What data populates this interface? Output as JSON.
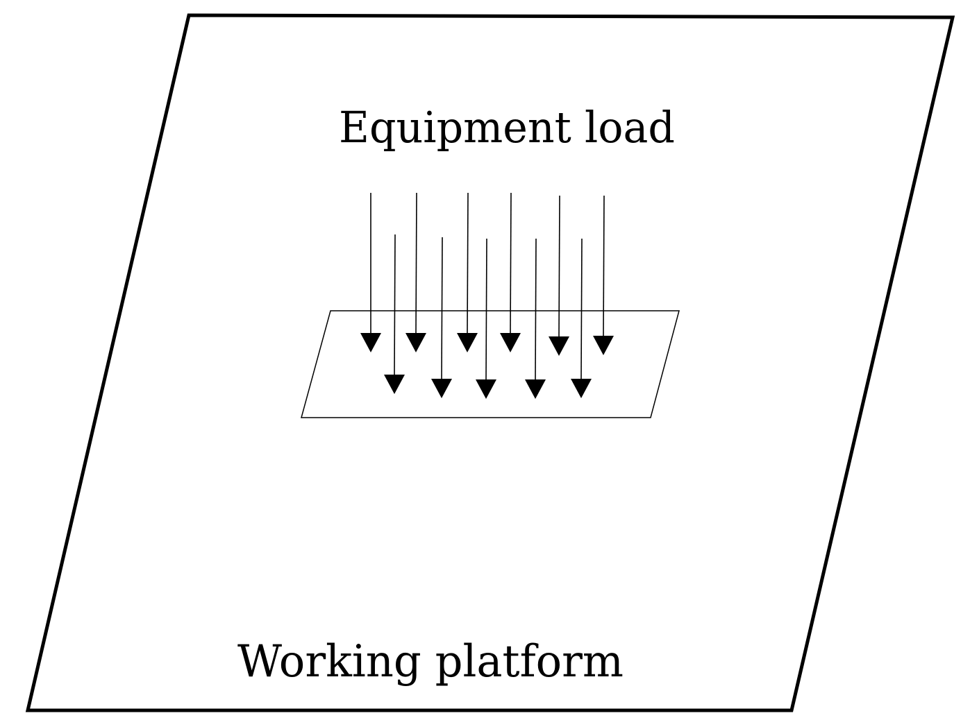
{
  "labels": {
    "equipment_load": "Equipment load",
    "working_platform": "Working platform"
  },
  "colors": {
    "stroke": "#000000",
    "background": "#ffffff"
  },
  "arrows": {
    "back_row_count": 6,
    "front_row_count": 5
  }
}
